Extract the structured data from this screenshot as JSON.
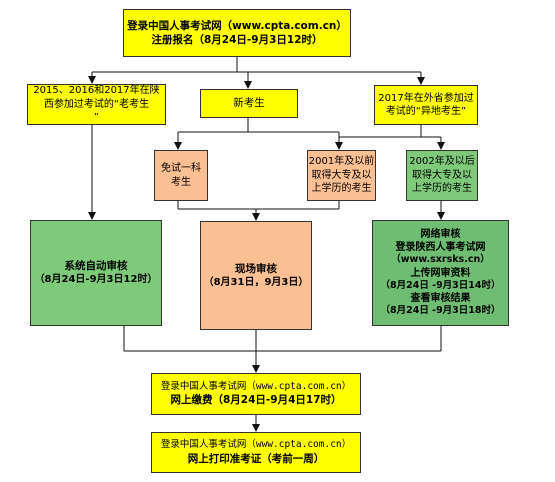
{
  "header": {
    "line1": "登录中国人事考试网（www.cpta.com.cn）",
    "line2": "注册报名（8月24日-9月3日12时）"
  },
  "old_candidates": {
    "line1": "2015、2016和2017年在陕",
    "line2": "西参加过考试的“老考生",
    "line3": "”"
  },
  "new_candidates": {
    "line1": "新考生"
  },
  "other_province": {
    "line1": "2017年在外省参加过",
    "line2": "考试的“异地考生”"
  },
  "exempt": {
    "line1": "免试一科",
    "line2": "考生"
  },
  "before_2001": {
    "line1": "2001年及以前",
    "line2": "取得大专及以",
    "line3": "上学历的考生"
  },
  "after_2002": {
    "line1": "2002年及以后",
    "line2": "取得大专及以",
    "line3": "上学历的考生"
  },
  "auto_review": {
    "line1": "系统自动审核",
    "line2": "（8月24日-9月3日12时）"
  },
  "onsite_review": {
    "line1": "现场审核",
    "line2": "（8月31日，9月3日）"
  },
  "online_review": {
    "line1": "网络审核",
    "line2": "登录陕西人事考试网",
    "line3": "（www.sxrsks.cn）",
    "line4": "上传网审资料",
    "line5": "（8月24日 -9月3日14时）",
    "line6": "查看审核结果",
    "line7": "（8月24日 -9月3日18时）"
  },
  "payment": {
    "line1": "登录中国人事考试网（www.cpta.com.cn）",
    "line2": "网上缴费（8月24日-9月4日17时）"
  },
  "print_ticket": {
    "line1": "登录中国人事考试网（www.cpta.com.cn）",
    "line2": "网上打印准考证（考前一周）"
  }
}
